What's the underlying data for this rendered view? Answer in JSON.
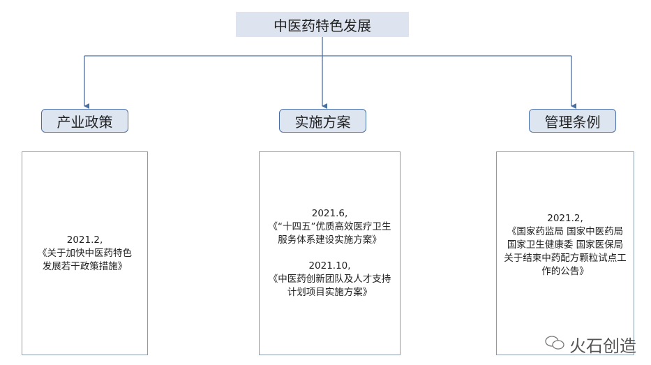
{
  "root": {
    "title": "中医药特色发展"
  },
  "categories": [
    {
      "label": "产业政策",
      "items": [
        {
          "date": "2021.2,",
          "title": "《关于加快中医药特色发展若干政策措施》"
        }
      ]
    },
    {
      "label": "实施方案",
      "items": [
        {
          "date": "2021.6,",
          "title": "《“十四五”优质高效医疗卫生服务体系建设实施方案》"
        },
        {
          "date": "2021.10,",
          "title": "《中医药创新团队及人才支持计划项目实施方案》"
        }
      ]
    },
    {
      "label": "管理条例",
      "items": [
        {
          "date": "2021.2,",
          "title": "《国家药监局 国家中医药局 国家卫生健康委 国家医保局关于结束中药配方颗粒试点工作的公告》"
        }
      ]
    }
  ],
  "watermark": {
    "text": "火石创造",
    "icon": "wechat-icon"
  },
  "colors": {
    "line": "#4a6fa5",
    "box_fill": "#dde5f1"
  }
}
